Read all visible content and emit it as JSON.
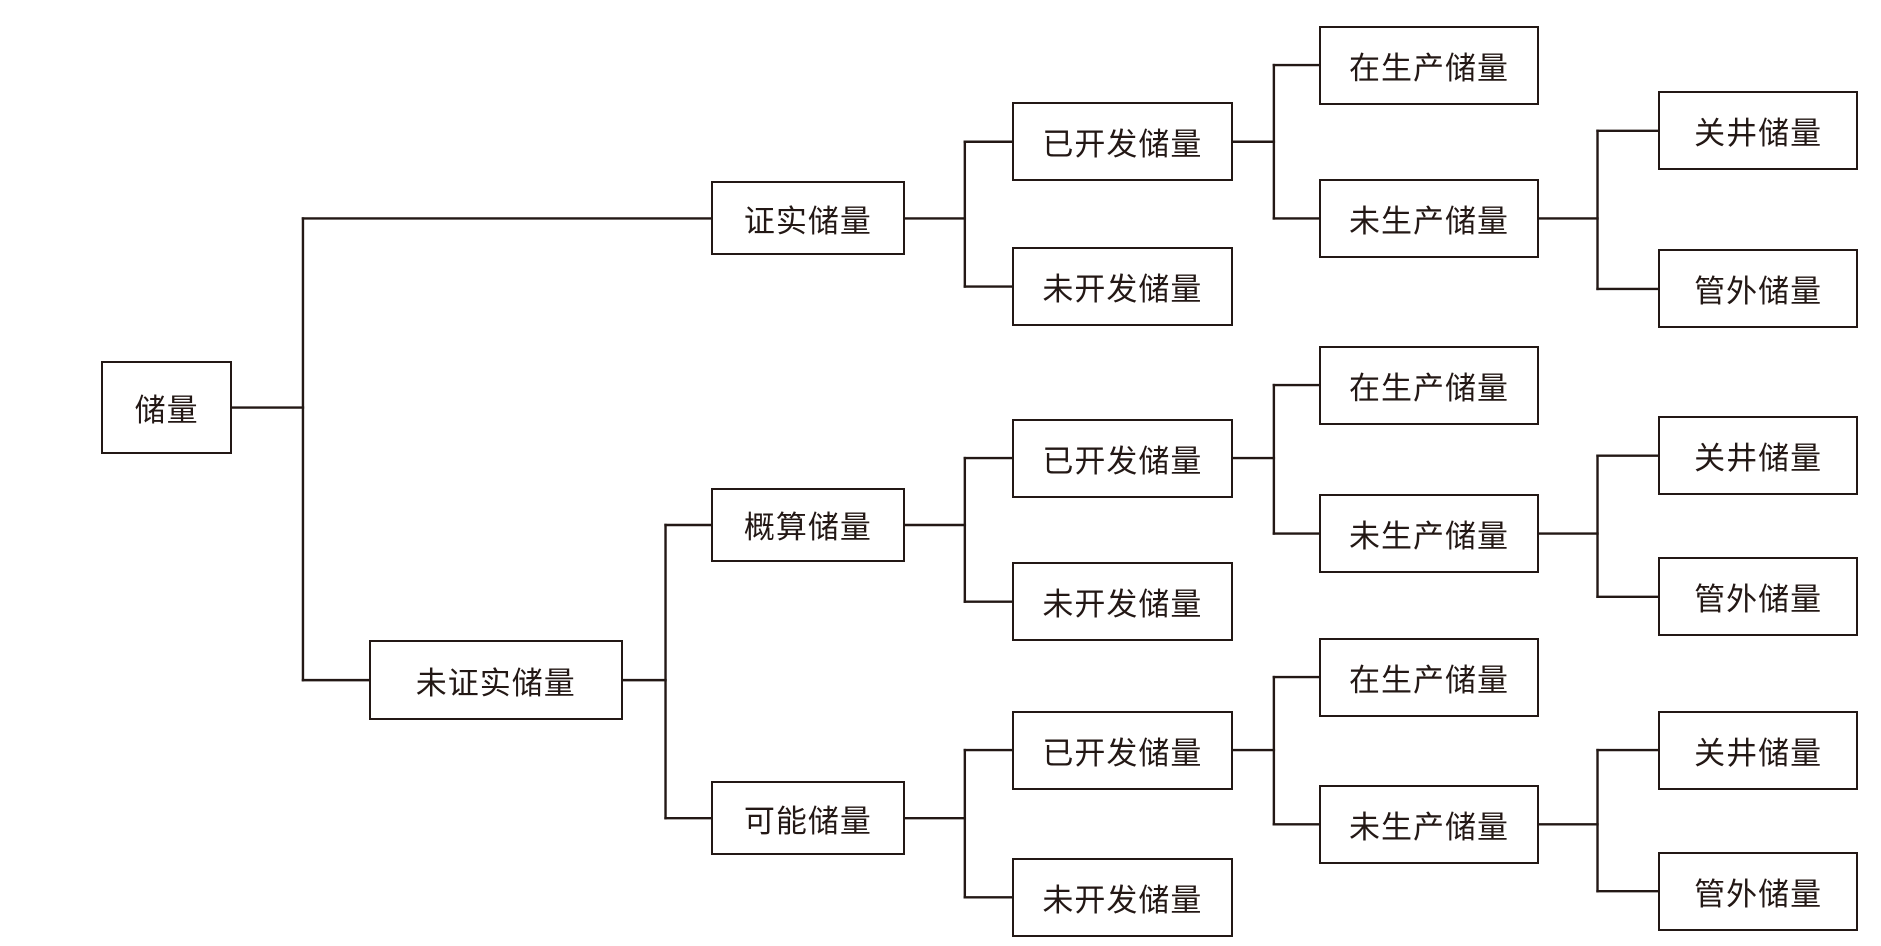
{
  "diagram": {
    "type": "tree",
    "line_color": "#231815",
    "root": {
      "id": "root",
      "label": "储量",
      "children": [
        {
          "id": "proved",
          "label": "证实储量",
          "children": [
            {
              "id": "proved-developed",
              "label": "已开发储量",
              "children": [
                {
                  "id": "proved-producing",
                  "label": "在生产储量"
                },
                {
                  "id": "proved-nonproducing",
                  "label": "未生产储量",
                  "children": [
                    {
                      "id": "proved-shutin",
                      "label": "关井储量"
                    },
                    {
                      "id": "proved-behindpipe",
                      "label": "管外储量"
                    }
                  ]
                }
              ]
            },
            {
              "id": "proved-undeveloped",
              "label": "未开发储量"
            }
          ]
        },
        {
          "id": "unproved",
          "label": "未证实储量",
          "children": [
            {
              "id": "probable",
              "label": "概算储量",
              "children": [
                {
                  "id": "probable-developed",
                  "label": "已开发储量",
                  "children": [
                    {
                      "id": "probable-producing",
                      "label": "在生产储量"
                    },
                    {
                      "id": "probable-nonproducing",
                      "label": "未生产储量",
                      "children": [
                        {
                          "id": "probable-shutin",
                          "label": "关井储量"
                        },
                        {
                          "id": "probable-behindpipe",
                          "label": "管外储量"
                        }
                      ]
                    }
                  ]
                },
                {
                  "id": "probable-undeveloped",
                  "label": "未开发储量"
                }
              ]
            },
            {
              "id": "possible",
              "label": "可能储量",
              "children": [
                {
                  "id": "possible-developed",
                  "label": "已开发储量",
                  "children": [
                    {
                      "id": "possible-producing",
                      "label": "在生产储量"
                    },
                    {
                      "id": "possible-nonproducing",
                      "label": "未生产储量",
                      "children": [
                        {
                          "id": "possible-shutin",
                          "label": "关井储量"
                        },
                        {
                          "id": "possible-behindpipe",
                          "label": "管外储量"
                        }
                      ]
                    }
                  ]
                },
                {
                  "id": "possible-undeveloped",
                  "label": "未开发储量"
                }
              ]
            }
          ]
        }
      ]
    }
  }
}
